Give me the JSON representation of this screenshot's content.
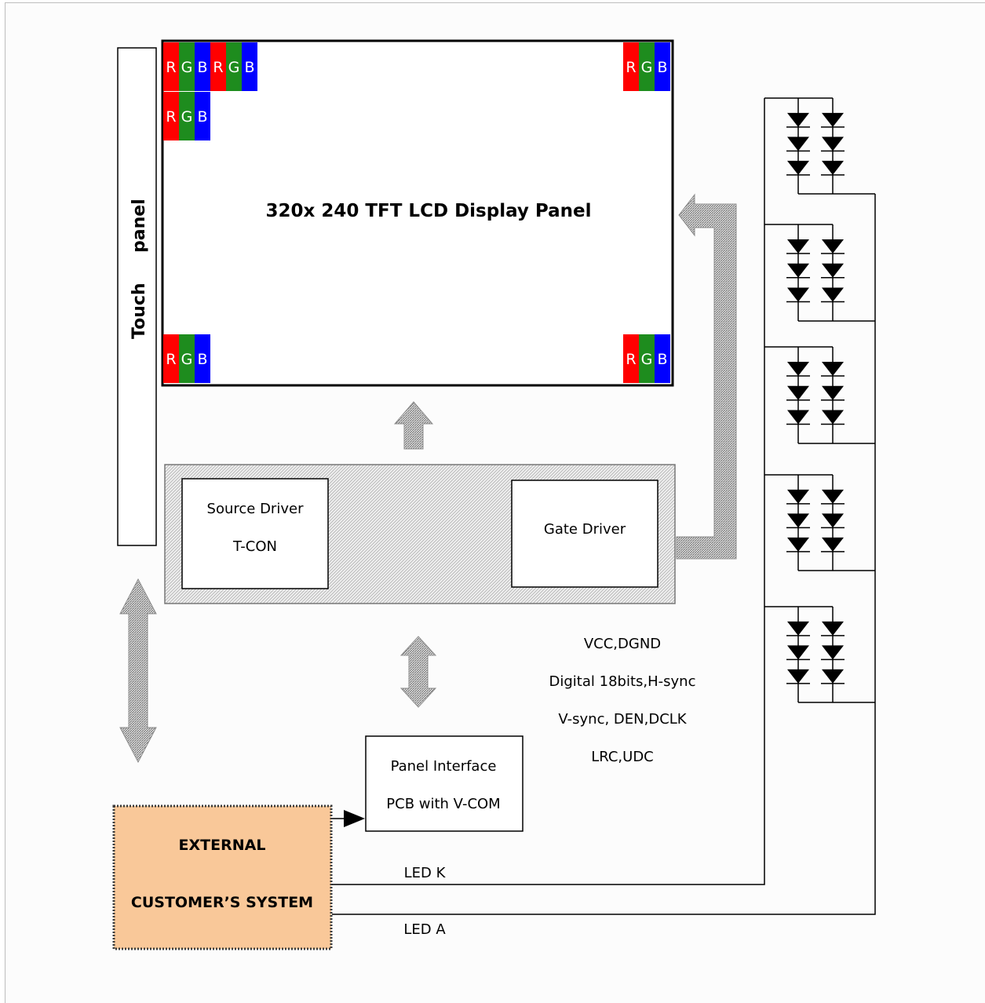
{
  "display_panel": {
    "title": "320x 240 TFT LCD Display Panel"
  },
  "touch_panel": {
    "word1": "Touch",
    "word2": "panel"
  },
  "rgb": {
    "r": "R",
    "g": "G",
    "b": "B"
  },
  "driver_board": {
    "source_driver": "Source Driver",
    "tcon": "T-CON",
    "gate_driver": "Gate Driver"
  },
  "signals": {
    "line1": "VCC,DGND",
    "line2": "Digital 18bits,H-sync",
    "line3": "V-sync, DEN,DCLK",
    "line4": "LRC,UDC"
  },
  "panel_interface": {
    "line1": "Panel Interface",
    "line2": "PCB with V-COM"
  },
  "external": {
    "line1": "EXTERNAL",
    "line2": "CUSTOMER’S SYSTEM"
  },
  "led": {
    "k": "LED K",
    "a": "LED A"
  },
  "colors": {
    "red": "#ff0000",
    "green": "#1e8c1e",
    "blue": "#0000ff",
    "external_fill": "#f9c899",
    "board_fill": "#e4e4e4",
    "arrow_fill": "#8e8e8e"
  }
}
